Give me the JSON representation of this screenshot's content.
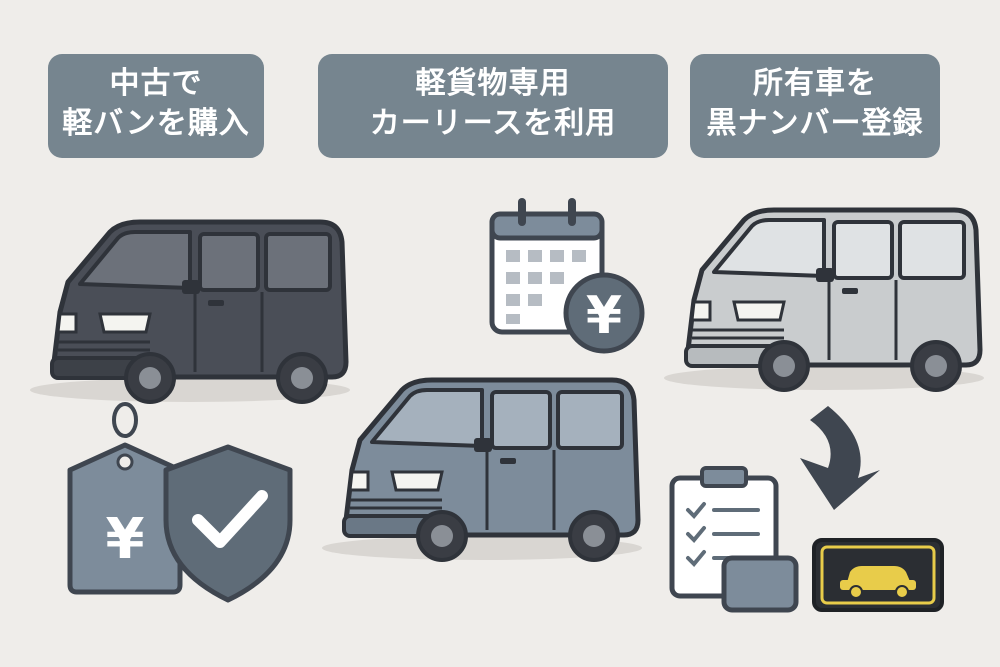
{
  "options": [
    {
      "line1": "中古で",
      "line2": "軽バンを購入"
    },
    {
      "line1": "軽貨物専用",
      "line2": "カーリースを利用"
    },
    {
      "line1": "所有車を",
      "line2": "黒ナンバー登録"
    }
  ],
  "icons": {
    "price_tag_symbol": "¥",
    "coin_symbol": "¥"
  },
  "colors": {
    "background": "#efedea",
    "label_bg": "#76858f",
    "dark_van": "#4a4e57",
    "blue_van": "#7d8c9b",
    "light_van": "#c9ccce",
    "plate_yellow": "#e8cc4a"
  }
}
